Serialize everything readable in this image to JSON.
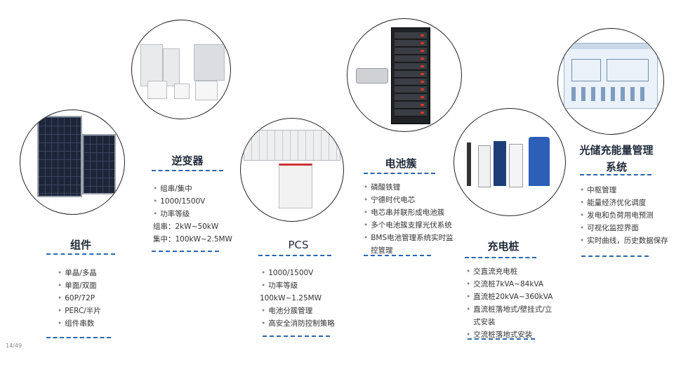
{
  "page_number": "14/49",
  "modules": [
    {
      "title": "组件",
      "items": [
        "单晶/多晶",
        "单面/双面",
        "60P/72P",
        "PERC/半片",
        "组件串数"
      ]
    },
    {
      "title": "逆变器",
      "items": [
        "组串/集中",
        "1000/1500V",
        "功率等级"
      ],
      "extra": [
        "组串：2kW~50kW",
        "集中：100kW~2.5MW"
      ]
    },
    {
      "title": "PCS",
      "items_a": [
        "1000/1500V",
        "功率等级"
      ],
      "plain": "100kW~1.25MW",
      "items_b": [
        "电池分簇管理",
        "高安全消防控制策略"
      ]
    },
    {
      "title": "电池簇",
      "items": [
        "磷酸铁锂",
        "宁德时代电芯",
        "电芯串并联形成电池簇",
        "多个电池簇支撑光伏系统",
        "BMS电池管理系统实时监"
      ],
      "cont": "控管理"
    },
    {
      "title": "充电桩",
      "items": [
        "交直流充电桩",
        "交流桩7kVA~84kVA",
        "直流桩20kVA~360kVA",
        "直流桩落地式/壁挂式/立"
      ],
      "cont": "式安装",
      "items_b": [
        "交流桩落地式安装"
      ]
    },
    {
      "title_line1": "光储充能量管理",
      "title_line2": "系统",
      "items": [
        "中枢管理",
        "能量经济优化调度",
        "发电和负荷用电预测",
        "可视化监控界面",
        "实时曲线，历史数据保存"
      ]
    }
  ],
  "colors": {
    "dash": "#2a66b0",
    "title": "#1f2a3a",
    "bullet": "#888888"
  }
}
